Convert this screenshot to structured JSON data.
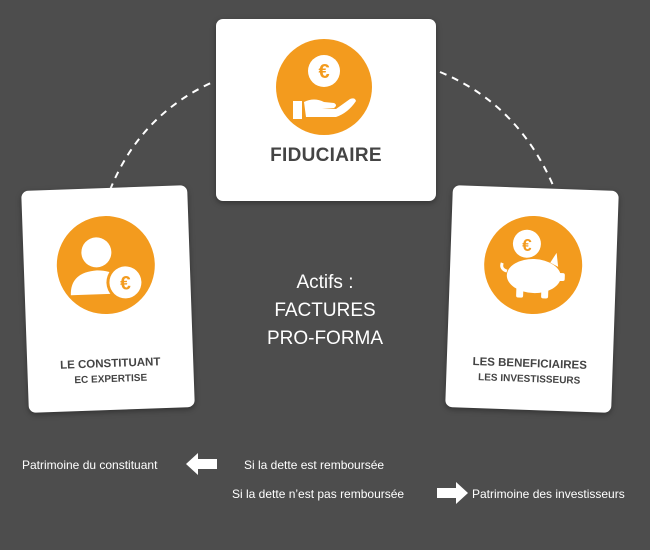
{
  "fiduciaire": {
    "title": "FIDUCIAIRE",
    "icon": "euro-hand-icon"
  },
  "constituant": {
    "title": "LE CONSTITUANT",
    "subtitle": "EC EXPERTISE",
    "icon": "person-euro-icon"
  },
  "beneficiaires": {
    "title": "LES BENEFICIAIRES",
    "subtitle": "LES INVESTISSEURS",
    "icon": "piggy-bank-euro-icon"
  },
  "center": {
    "line1": "Actifs :",
    "line2": "FACTURES",
    "line3": "PRO-FORMA"
  },
  "legend": {
    "patrimoine_constituant": "Patrimoine du constituant",
    "si_remboursee": "Si la dette est remboursée",
    "si_non_remboursee": "Si la dette n’est pas remboursée",
    "patrimoine_investisseurs": "Patrimoine des investisseurs"
  },
  "colors": {
    "background": "#4d4d4d",
    "accent": "#f39b1e",
    "card": "#ffffff",
    "text_dark": "#444444"
  }
}
